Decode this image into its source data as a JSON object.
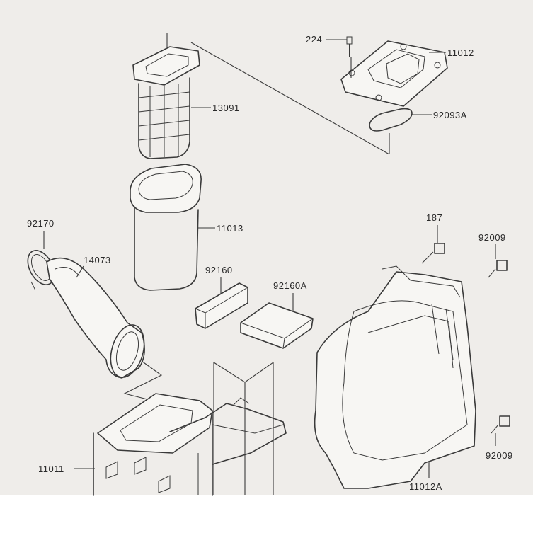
{
  "colors": {
    "paper": "#efedea",
    "ink": "#3a3a3a",
    "background": "#ffffff"
  },
  "labels": {
    "p224": "224",
    "p11012": "11012",
    "p13091": "13091",
    "p92093A": "92093A",
    "p11013": "11013",
    "p92170": "92170",
    "p14073": "14073",
    "p92160": "92160",
    "p92160A": "92160A",
    "p187": "187",
    "p92009_top": "92009",
    "p92009_bottom": "92009",
    "p11011": "11011",
    "p11012A": "11012A"
  }
}
